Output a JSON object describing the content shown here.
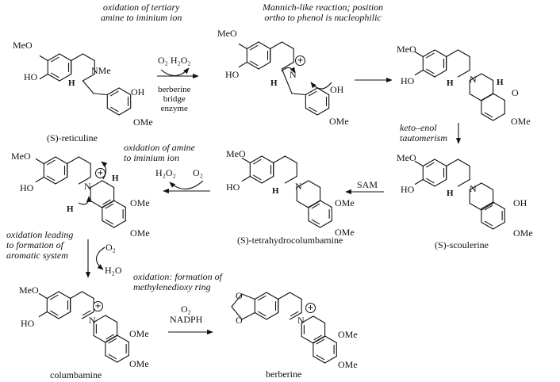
{
  "compounds": {
    "reticuline": "(S)-reticuline",
    "tetrahydrocolumbamine": "(S)-tetrahydrocolumbamine",
    "scoulerine": "(S)-scoulerine",
    "columbamine": "columbamine",
    "berberine": "berberine"
  },
  "captions": {
    "step1": [
      "oxidation of tertiary",
      "amine to iminium ion"
    ],
    "step2": [
      "Mannich-like reaction; position",
      "ortho to phenol is nucleophilic"
    ],
    "step3": [
      "keto–enol",
      "tautomerism"
    ],
    "step4": [
      "oxidation of amine",
      "to iminium ion"
    ],
    "step5": [
      "oxidation leading",
      "to formation of",
      "aromatic system"
    ],
    "step6": [
      "oxidation: formation of",
      "methylenedioxy ring"
    ]
  },
  "reagents": {
    "step1": "O₂ H₂O₂",
    "enzyme": [
      "berberine",
      "bridge",
      "enzyme"
    ],
    "sam": "SAM",
    "step4_h2o2": "H₂O₂",
    "step4_o2": "O₂",
    "step5_o2": "O₂",
    "step5_h2o": "H₂O",
    "step6_o2": "O₂",
    "step6_nadph": "NADPH"
  },
  "atoms": {
    "meo": "MeO",
    "ho": "HO",
    "nme": "NMe",
    "n": "N",
    "oh": "OH",
    "ome": "OMe",
    "h": "H",
    "o": "O",
    "plus": "+"
  },
  "colors": {
    "ink": "#111111",
    "background": "#ffffff"
  }
}
